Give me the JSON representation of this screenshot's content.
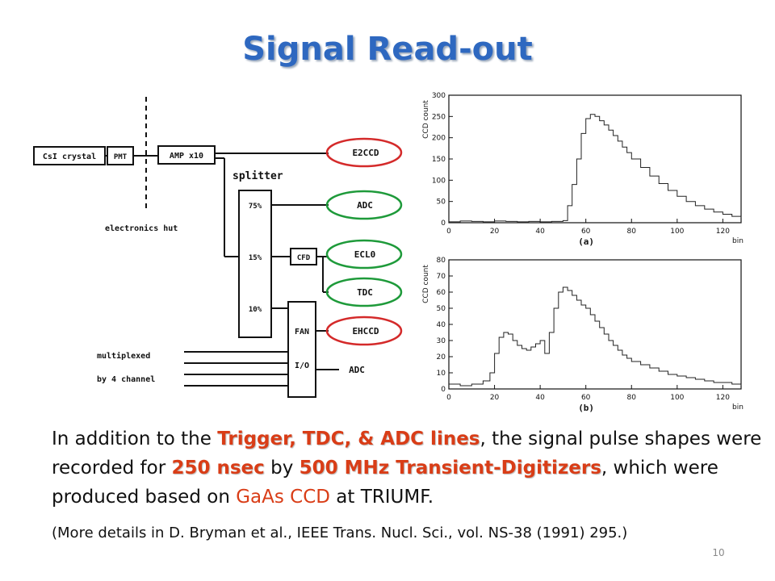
{
  "slide": {
    "title": "Signal Read-out",
    "page_number": "10"
  },
  "diagram": {
    "boxes": {
      "csi": "CsI crystal",
      "pmt": "PMT",
      "amp": "AMP x10",
      "cfd": "CFD",
      "fan": "FAN",
      "io": "I/O"
    },
    "labels": {
      "splitter": "splitter",
      "hut": "electronics hut",
      "p75": "75%",
      "p15": "15%",
      "p10": "10%",
      "mux1": "multiplexed",
      "mux2": "by 4 channel"
    },
    "outputs": {
      "e2ccd": "E2CCD",
      "adc1": "ADC",
      "ecl0": "ECL0",
      "tdc": "TDC",
      "ehccd": "EHCCD",
      "adc2": "ADC"
    },
    "colors": {
      "red_ring": "#d42a2a",
      "green_ring": "#1e9a3a"
    }
  },
  "chart_data": [
    {
      "type": "line",
      "panel_label": "(a)",
      "ylabel": "CCD count",
      "xlabel": "bin",
      "xlim": [
        0,
        128
      ],
      "ylim": [
        0,
        300
      ],
      "xticks": [
        0,
        20,
        40,
        60,
        80,
        100,
        120
      ],
      "yticks": [
        0,
        50,
        100,
        150,
        200,
        250,
        300
      ],
      "x": [
        0,
        5,
        10,
        15,
        20,
        25,
        30,
        35,
        40,
        45,
        50,
        52,
        54,
        56,
        58,
        60,
        62,
        64,
        66,
        68,
        70,
        72,
        74,
        76,
        78,
        80,
        84,
        88,
        92,
        96,
        100,
        104,
        108,
        112,
        116,
        120,
        124,
        128
      ],
      "y": [
        2,
        4,
        3,
        2,
        4,
        3,
        2,
        3,
        2,
        3,
        5,
        40,
        90,
        150,
        210,
        245,
        255,
        250,
        240,
        230,
        218,
        205,
        192,
        178,
        165,
        150,
        130,
        110,
        92,
        76,
        62,
        50,
        40,
        32,
        25,
        20,
        15,
        12
      ]
    },
    {
      "type": "line",
      "panel_label": "(b)",
      "ylabel": "CCD count",
      "xlabel": "bin",
      "xlim": [
        0,
        128
      ],
      "ylim": [
        0,
        80
      ],
      "xticks": [
        0,
        20,
        40,
        60,
        80,
        100,
        120
      ],
      "yticks": [
        0,
        10,
        20,
        30,
        40,
        50,
        60,
        70,
        80
      ],
      "x": [
        0,
        5,
        10,
        15,
        18,
        20,
        22,
        24,
        26,
        28,
        30,
        32,
        34,
        36,
        38,
        40,
        42,
        44,
        46,
        48,
        50,
        52,
        54,
        56,
        58,
        60,
        62,
        64,
        66,
        68,
        70,
        72,
        74,
        76,
        78,
        80,
        84,
        88,
        92,
        96,
        100,
        104,
        108,
        112,
        116,
        120,
        124,
        128
      ],
      "y": [
        3,
        2,
        3,
        5,
        10,
        22,
        32,
        35,
        34,
        30,
        27,
        25,
        24,
        26,
        28,
        30,
        22,
        35,
        50,
        60,
        63,
        61,
        58,
        55,
        52,
        50,
        46,
        42,
        38,
        34,
        30,
        27,
        24,
        21,
        19,
        17,
        15,
        13,
        11,
        9,
        8,
        7,
        6,
        5,
        4,
        4,
        3,
        2
      ]
    }
  ],
  "text": {
    "p_part1": "In addition to the ",
    "p_hl1": "Trigger, TDC, & ADC lines",
    "p_part2": ", the signal pulse shapes were recorded for ",
    "p_hl2": "250 nsec",
    "p_part3": " by ",
    "p_hl3": "500 MHz Transient-Digitizers",
    "p_part4": ", which were produced based on ",
    "p_hl4": "GaAs CCD",
    "p_part5": " at TRIUMF.",
    "reference": "(More details in D. Bryman et al., IEEE Trans. Nucl. Sci., vol. NS-38 (1991) 295.)"
  }
}
